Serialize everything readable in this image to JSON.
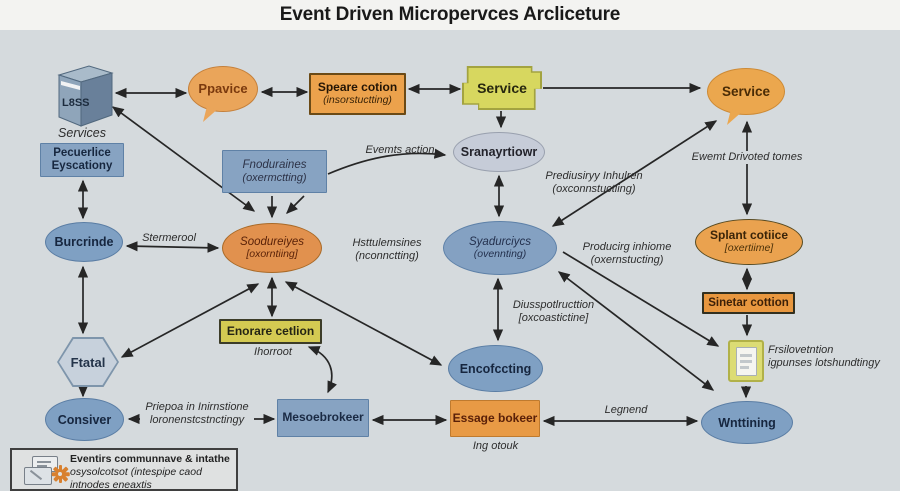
{
  "title": "Event Driven Micropervces Arcliceture",
  "colors": {
    "canvas": "#d5dadd",
    "titlebar": "#f3f3f1",
    "node_blue": "#87a3c2",
    "node_orange": "#e59350",
    "node_yellow": "#d4ca52",
    "bubble_orange": "#eaa55a",
    "arrow": "#262626"
  },
  "nodes": {
    "l8ss": {
      "label": "L8SS"
    },
    "services_caption": "Services",
    "pecuerlice": {
      "line1": "Pecuerlice",
      "line2": "Eyscationy"
    },
    "ppavice": {
      "label": "Ppavice"
    },
    "speare": {
      "line1": "Speare cotion",
      "line2": "(insorstuctting)"
    },
    "service_box": {
      "label": "Service"
    },
    "service_bubble": {
      "label": "Service"
    },
    "fnoduraines": {
      "line1": "Fnoduraines",
      "line2": "(oxermctting)"
    },
    "sranayrtiowr": {
      "label": "Sranayrtiowr"
    },
    "burcrinde": {
      "label": "Burcrinde"
    },
    "soodureiyes": {
      "line1": "Soodureiyes",
      "line2": "[oxorntiing]"
    },
    "syadurciycs": {
      "line1": "Syadurciycs",
      "line2": "(ovennting)"
    },
    "splant": {
      "line1": "Splant cotiice",
      "line2": "[oxertiime]"
    },
    "sinetar": {
      "label": "Sinetar cottion"
    },
    "ftatal": {
      "label": "Ftatal"
    },
    "consiver": {
      "label": "Consiver"
    },
    "enorare": {
      "label": "Enorare cetlion"
    },
    "mesoebrokeer": {
      "label": "Mesoebrokeer"
    },
    "encofccting": {
      "label": "Encofccting"
    },
    "essage": {
      "label": "Essage bokeer"
    },
    "wnttining": {
      "label": "Wnttining"
    }
  },
  "labels": {
    "evemts_action": "Evemts action",
    "ewemt_drivoted": "Ewemt Drivoted tomes",
    "prediusiryy": {
      "line1": "Prediusiryy Inhulren",
      "line2": "(oxconnstuctiing)"
    },
    "producirg": {
      "line1": "Producirg inhiome",
      "line2": "(oxernstucting)"
    },
    "stermerool": "Stermerool",
    "hsttulemsines": {
      "line1": "Hsttulemsines",
      "line2": "(nconnctting)"
    },
    "diusspot": {
      "line1": "Diusspotlructtion",
      "line2": "[oxcoastictine]"
    },
    "frsilovetntion": {
      "line1": "Frsilovetntion",
      "line2": "igpunses lotshundtingy"
    },
    "ihorroot": "Ihorroot",
    "priepoa": {
      "line1": "Priepoa in Inirnstione",
      "line2": "loronenstcstnctingy"
    },
    "ing_otouk": "Ing otouk",
    "legnend": "Legnend"
  },
  "legend": {
    "line1": "Eventirs communnave & intathe",
    "line2": "osysolcotsot (intespipe caod",
    "line3": "intnodes eneaxtis"
  }
}
